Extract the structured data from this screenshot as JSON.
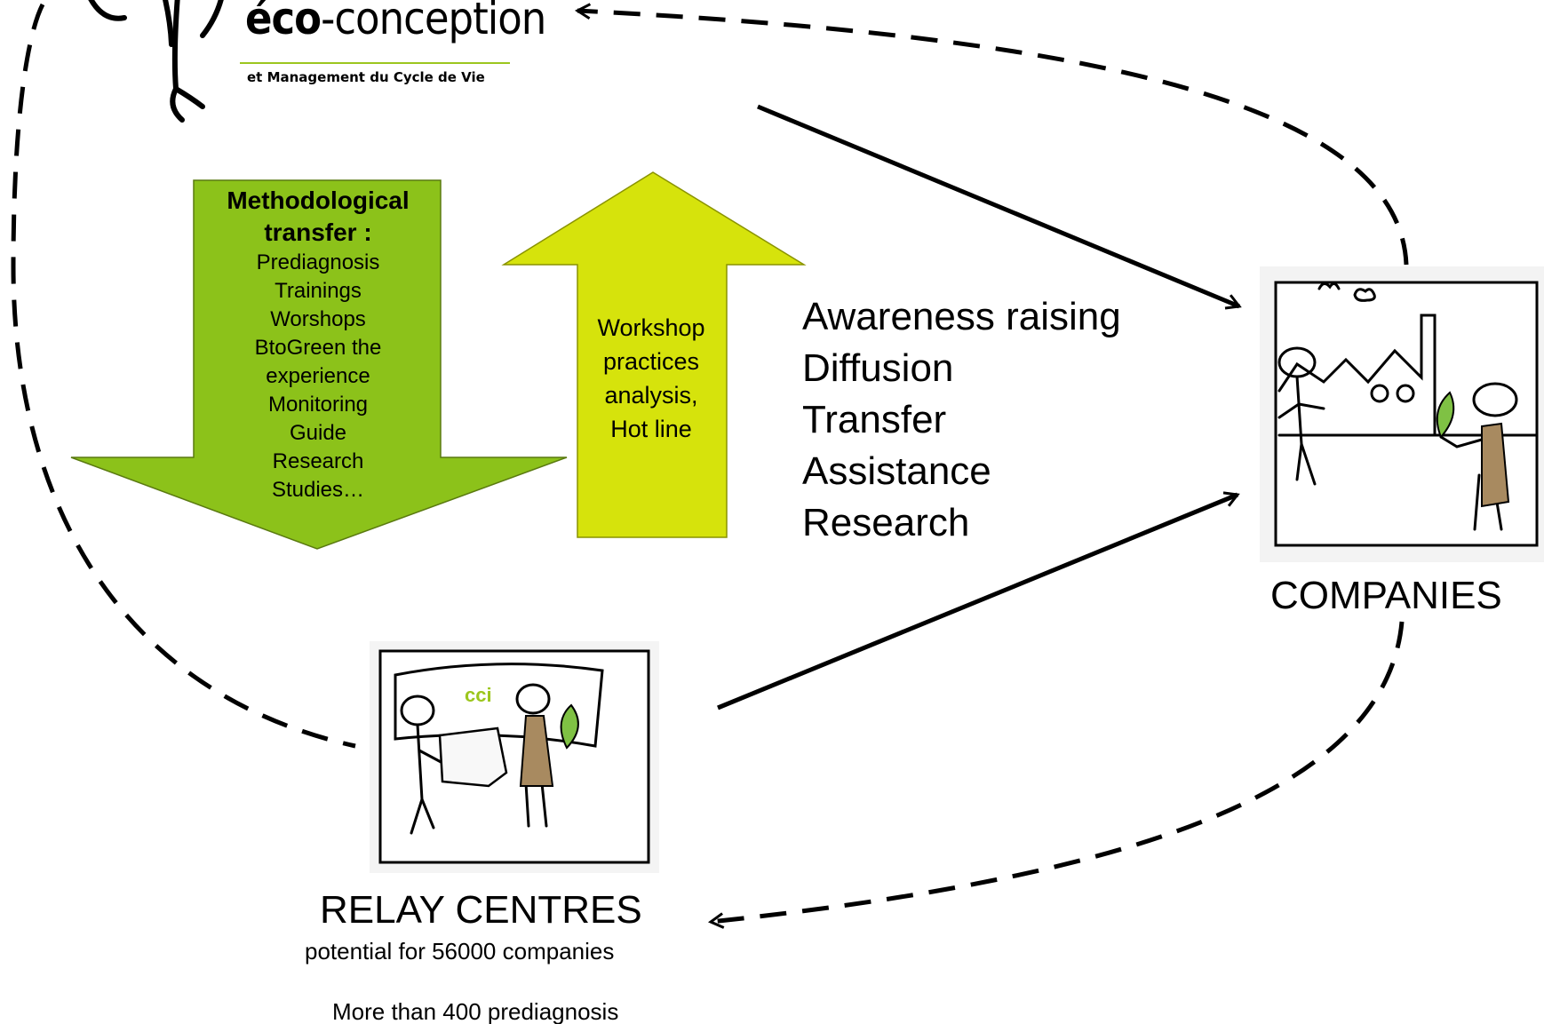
{
  "logo": {
    "brand_bold": "éco",
    "brand_light": "-conception",
    "subtitle": "et Management du Cycle de Vie"
  },
  "methodological_transfer": {
    "title_line1": "Methodological",
    "title_line2": "transfer :",
    "items": [
      "Prediagnosis",
      "Trainings",
      "Worshops",
      "BtoGreen the",
      "experience",
      "Monitoring",
      "Guide",
      "Research",
      "Studies…"
    ],
    "color": "#8cc21a"
  },
  "feedback": {
    "lines": [
      "Workshop",
      "practices",
      "analysis,",
      "Hot line"
    ],
    "color": "#d6e30c"
  },
  "actions": [
    "Awareness raising",
    "Diffusion",
    "Transfer",
    "Assistance",
    "Research"
  ],
  "companies": {
    "label": "COMPANIES"
  },
  "relay_centres": {
    "title": "RELAY CENTRES",
    "subtitle": "potential for 56000 companies",
    "note": "More than 400 prediagnosis",
    "sign_text": "cci"
  }
}
